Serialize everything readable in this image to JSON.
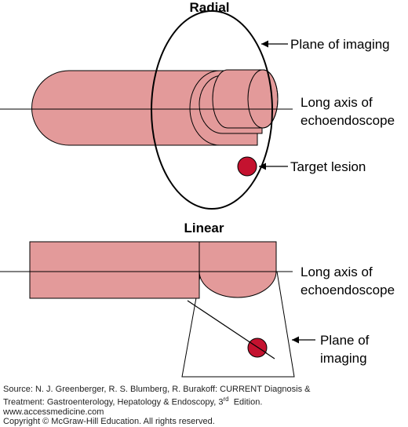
{
  "radial": {
    "title": "Radial",
    "plane_label": "Plane of imaging",
    "axis_label_1": "Long axis of",
    "axis_label_2": "echoendoscope",
    "lesion_label": "Target lesion"
  },
  "linear": {
    "title": "Linear",
    "axis_label_1": "Long axis of",
    "axis_label_2": "echoendoscope",
    "plane_label_1": "Plane of",
    "plane_label_2": "imaging"
  },
  "colors": {
    "scope_fill": "#e39a9a",
    "lesion_fill": "#c4122f",
    "outline": "#000000"
  },
  "source": {
    "line1": "Source: N. J. Greenberger, R. S. Blumberg, R. Burakoff: CURRENT Diagnosis &",
    "line2_pre": "Treatment: Gastroenterology, Hepatology & Endoscopy, 3",
    "line2_sup": "rd",
    "line2_post": "  Edition.",
    "line3": "www.accessmedicine.com",
    "line4": "Copyright © McGraw-Hill Education.  All rights reserved."
  }
}
